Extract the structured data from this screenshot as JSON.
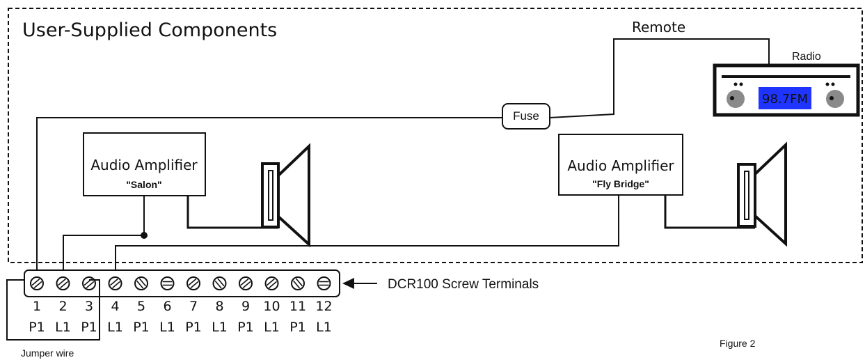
{
  "title": "User-Supplied Components",
  "remote_label": "Remote",
  "radio": {
    "label": "Radio",
    "display": "98.7FM",
    "display_bg": "#1f35ff",
    "display_fg": "#ffffff"
  },
  "fuse_label": "Fuse",
  "amp_salon": {
    "title": "Audio Amplifier",
    "subtitle": "\"Salon\""
  },
  "amp_flybridge": {
    "title": "Audio Amplifier",
    "subtitle": "\"Fly Bridge\""
  },
  "terminal_block_label": "DCR100 Screw Terminals",
  "terminals": [
    {
      "number": "1",
      "type": "P1"
    },
    {
      "number": "2",
      "type": "L1"
    },
    {
      "number": "3",
      "type": "P1"
    },
    {
      "number": "4",
      "type": "L1"
    },
    {
      "number": "5",
      "type": "P1"
    },
    {
      "number": "6",
      "type": "L1"
    },
    {
      "number": "7",
      "type": "P1"
    },
    {
      "number": "8",
      "type": "L1"
    },
    {
      "number": "9",
      "type": "P1"
    },
    {
      "number": "10",
      "type": "L1"
    },
    {
      "number": "11",
      "type": "P1"
    },
    {
      "number": "12",
      "type": "L1"
    }
  ],
  "jumper_label": "Jumper wire",
  "figure_label": "Figure 2"
}
